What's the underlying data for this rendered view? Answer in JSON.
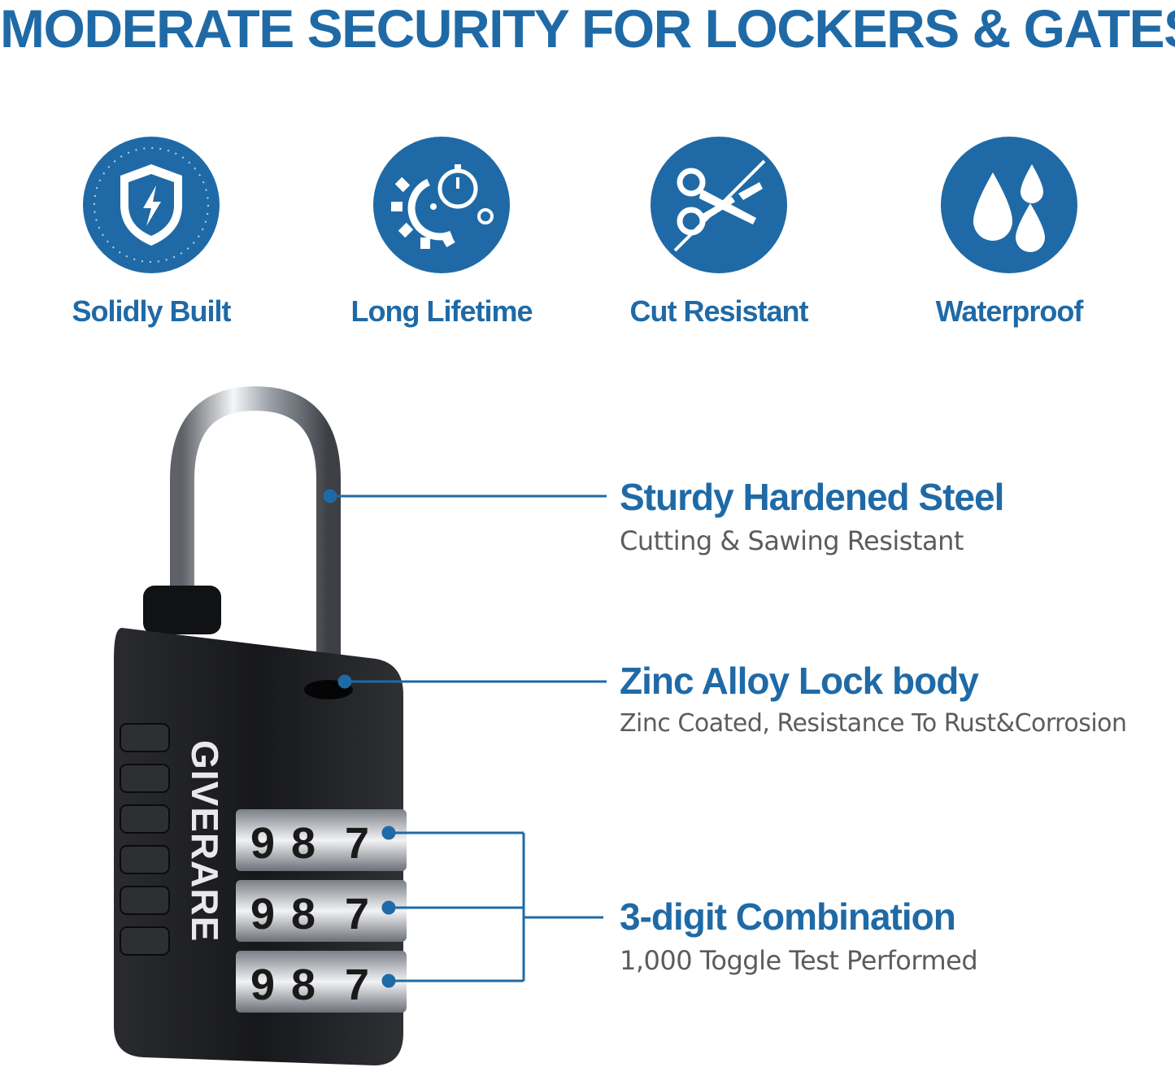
{
  "headline": "MODERATE  SECURITY FOR LOCKERS & GATES",
  "features": [
    {
      "label": "Solidly Built",
      "icon": "shield-lightning-icon"
    },
    {
      "label": "Long Lifetime",
      "icon": "gear-stopwatch-icon"
    },
    {
      "label": "Cut Resistant",
      "icon": "scissors-icon"
    },
    {
      "label": "Waterproof",
      "icon": "water-drops-icon"
    }
  ],
  "product": {
    "brand": "GIVERARE",
    "dial_digits": [
      "9",
      "8",
      "7"
    ]
  },
  "callouts": [
    {
      "title": "Sturdy Hardened Steel",
      "subtitle": "Cutting & Sawing Resistant"
    },
    {
      "title": "Zinc Alloy Lock body",
      "subtitle": "Zinc Coated, Resistance To Rust&Corrosion"
    },
    {
      "title": "3-digit Combination",
      "subtitle": "1,000 Toggle Test Performed"
    }
  ],
  "colors": {
    "accent": "#1f6aa6",
    "subtitle": "#5c5c5c",
    "lock_body": "#1c1d20"
  }
}
